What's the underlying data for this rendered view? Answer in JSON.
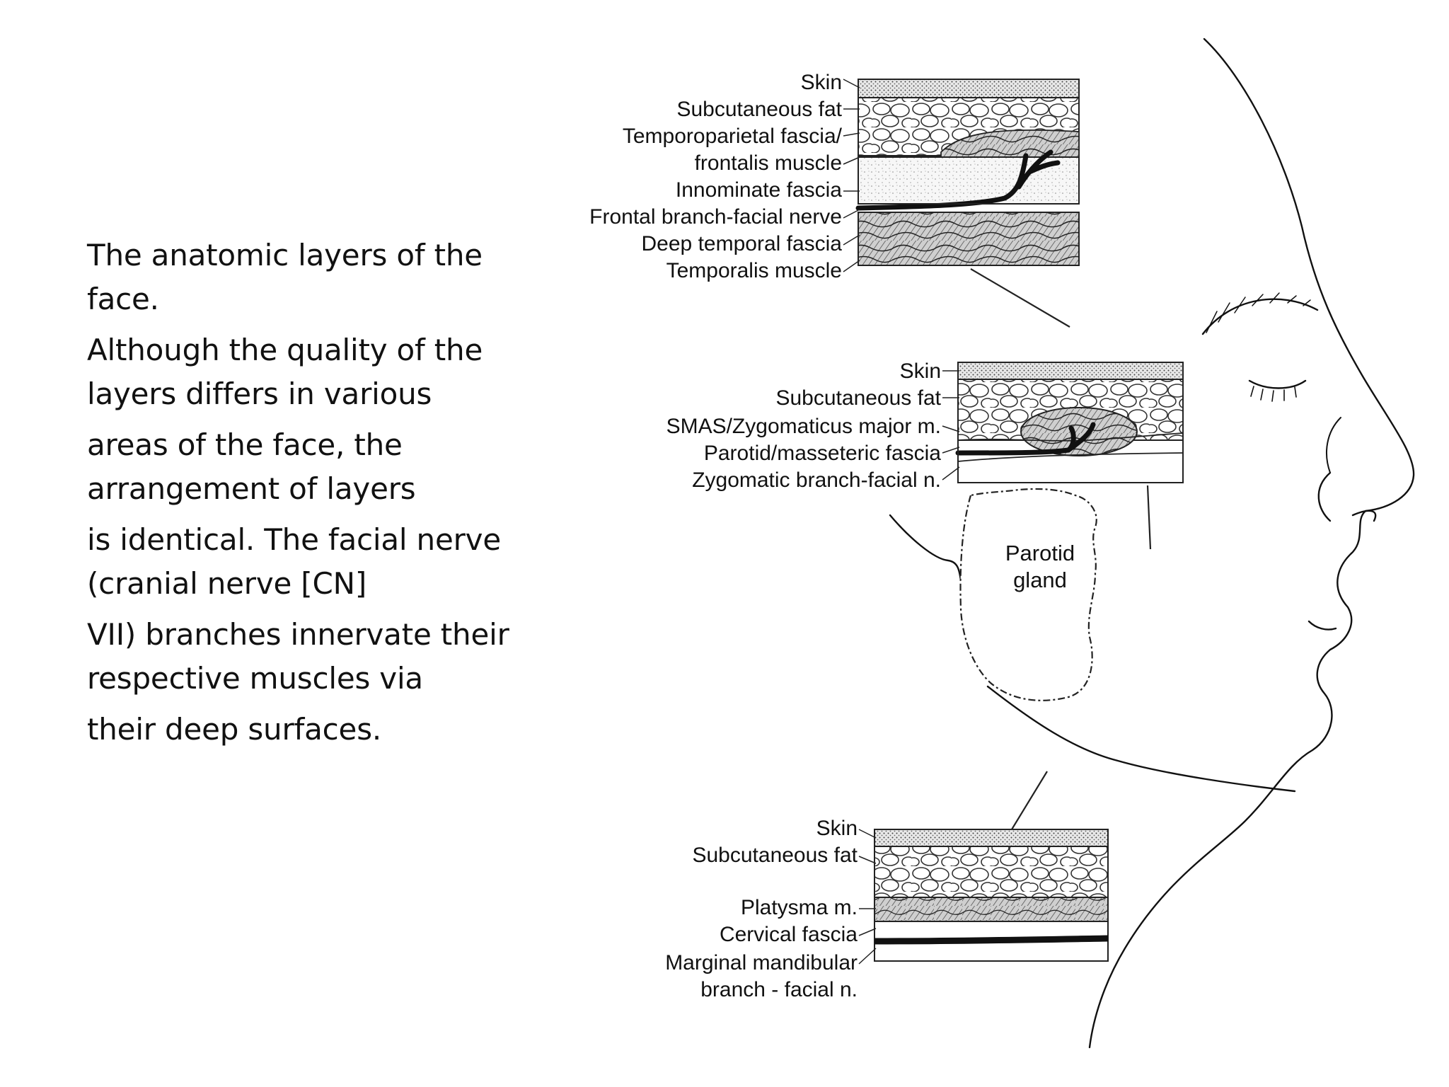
{
  "text": {
    "lines": [
      [
        "The anatomic layers of the",
        "face."
      ],
      [
        "Although the quality of the",
        "layers differs in various"
      ],
      [
        "areas of the face, the",
        "arrangement of layers"
      ],
      [
        "is identical. The facial nerve",
        "(cranial nerve [CN]"
      ],
      [
        "VII) branches innervate their",
        "respective muscles via"
      ],
      [
        "their deep surfaces."
      ]
    ]
  },
  "figure": {
    "top_box": {
      "labels": [
        "Skin",
        "Subcutaneous fat",
        "Temporoparietal fascia/",
        "frontalis muscle",
        "Innominate fascia",
        "Frontal branch-facial nerve",
        "Deep temporal fascia",
        "Temporalis muscle"
      ]
    },
    "mid_box": {
      "labels": [
        "Skin",
        "Subcutaneous fat",
        "SMAS/Zygomaticus major m.",
        "Parotid/masseteric fascia",
        "Zygomatic branch-facial n."
      ]
    },
    "bottom_box": {
      "labels": [
        "Skin",
        "Subcutaneous fat",
        "Platysma m.",
        "Cervical fascia",
        "Marginal mandibular",
        "branch - facial n."
      ]
    },
    "parotid": [
      "Parotid",
      "gland"
    ]
  }
}
